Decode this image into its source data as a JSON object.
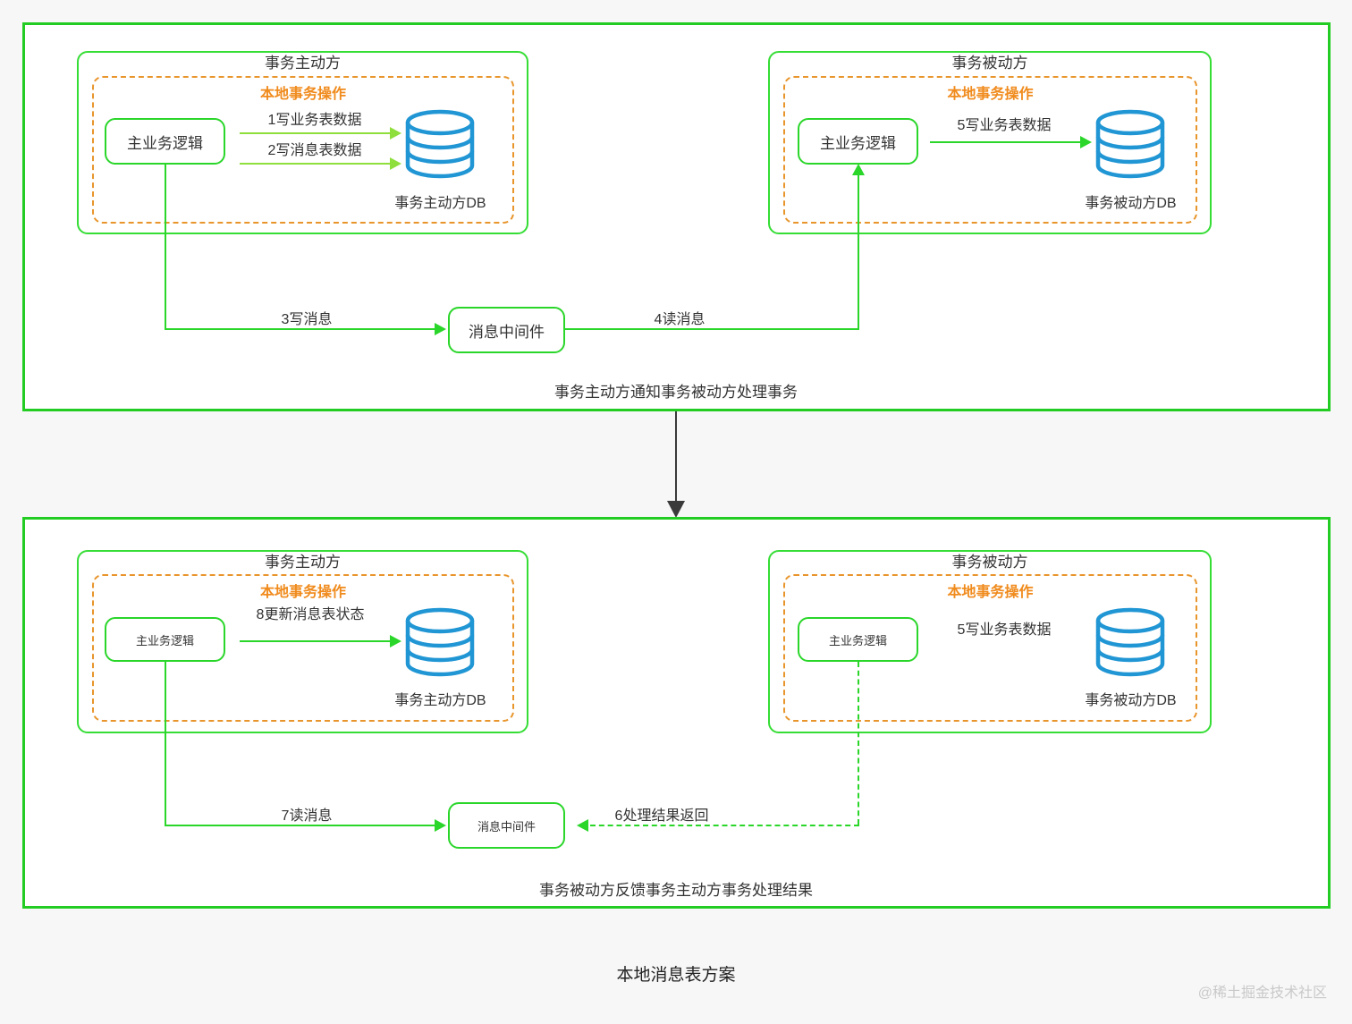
{
  "diagram": {
    "title": "本地消息表方案",
    "watermark": "@稀土掘金技术社区",
    "colors": {
      "frame_green": "#22cc22",
      "node_green": "#2ad62a",
      "pale_green": "#8ede3c",
      "dashed_orange": "#e8952c",
      "dashed_orange_text": "#f08b1d",
      "db_blue": "#2196d4",
      "connector_dark": "#3a3a3a",
      "text": "#333333",
      "watermark_gray": "#c9c9c9",
      "page_background": "#f7f7f7",
      "panel_background": "#ffffff"
    }
  },
  "sections": [
    {
      "id": "top",
      "caption": "事务主动方通知事务被动方处理事务",
      "left_party": {
        "title": "事务主动方",
        "dashed_title": "本地事务操作",
        "node_label": "主业务逻辑",
        "db_caption": "事务主动方DB",
        "edges": [
          {
            "label": "1写业务表数据",
            "style": "pale-solid-arrow"
          },
          {
            "label": "2写消息表数据",
            "style": "pale-solid-arrow"
          }
        ]
      },
      "right_party": {
        "title": "事务被动方",
        "dashed_title": "本地事务操作",
        "node_label": "主业务逻辑",
        "db_caption": "事务被动方DB",
        "edges": [
          {
            "label": "5写业务表数据",
            "style": "solid-arrow"
          }
        ]
      },
      "middleware_label": "消息中间件",
      "flow_out_label": "3写消息",
      "flow_in_label": "4读消息"
    },
    {
      "id": "bottom",
      "caption": "事务被动方反馈事务主动方事务处理结果",
      "left_party": {
        "title": "事务主动方",
        "dashed_title": "本地事务操作",
        "node_label": "主业务逻辑",
        "db_caption": "事务主动方DB",
        "edges": [
          {
            "label": "8更新消息表状态",
            "style": "solid-arrow"
          }
        ]
      },
      "right_party": {
        "title": "事务被动方",
        "dashed_title": "本地事务操作",
        "node_label": "主业务逻辑",
        "db_caption": "事务被动方DB",
        "edges": [
          {
            "label": "5写业务表数据",
            "style": "label-only"
          }
        ]
      },
      "middleware_label": "消息中间件",
      "flow_out_label": "7读消息",
      "flow_in_label": "6处理结果返回"
    }
  ],
  "icons": {
    "database": "database-icon",
    "arrow_down": "arrow-down-icon"
  }
}
